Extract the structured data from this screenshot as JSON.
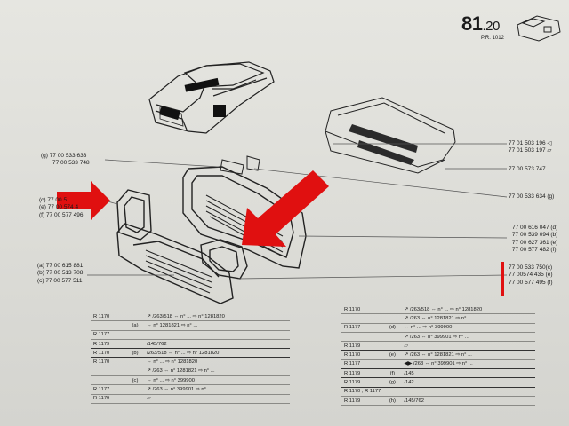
{
  "header": {
    "page_main": "81",
    "page_decimal": ".20",
    "ref": "P.R. 1012"
  },
  "left_labels": [
    {
      "lines": [
        "(g) 77 00 533 633",
        "77 00 533 748"
      ]
    },
    {
      "lines": [
        "(c) 77 00 5",
        "(e) 77 00 574 4",
        "(f) 77 00 577 496"
      ]
    },
    {
      "lines": [
        "(a) 77 00 615 881",
        "(b) 77 00 513 708",
        "(c) 77 00 577 511"
      ]
    }
  ],
  "right_labels": [
    {
      "lines": [
        "77 01 503 196 ◁",
        "77 01 503 197 ▱"
      ]
    },
    {
      "lines": [
        "77 00 573 747"
      ]
    },
    {
      "lines": [
        "77 00 533 634 (g)"
      ]
    },
    {
      "lines": [
        "77 00 616 047 (d)",
        "77 00 539 094 (b)",
        "77 00 627 361 (e)",
        "77 00 577 482 (f)"
      ]
    },
    {
      "lines": [
        "77 00 533 750(c)",
        "77 00574 435 (e)",
        "77 00 577 495 (f)"
      ]
    }
  ],
  "table_left": [
    {
      "model": "R 1170",
      "key": "",
      "text": "↗ /263/518 ⇔ n° ... ⇨ n° 1281820"
    },
    {
      "model": "",
      "key": "(a)",
      "text": "⇔ n° 1281821 ⇨ n° ..."
    },
    {
      "model": "R 1177",
      "key": "",
      "text": ""
    },
    {
      "model": "R 1179",
      "key": "",
      "text": "/145/762"
    },
    {
      "model": "R 1170",
      "key": "(b)",
      "text": "/263/518 ⇔ n° ... ⇨ n° 1281820"
    },
    {
      "model": "R 1170",
      "key": "",
      "text": "⇔ n° ... ⇨ n° 1281820"
    },
    {
      "model": "",
      "key": "",
      "text": "↗ /263 ⇔ n° 1281821 ⇨ n° ..."
    },
    {
      "model": "",
      "key": "(c)",
      "text": "⇔ n° ... ⇨ n° 399900"
    },
    {
      "model": "R 1177",
      "key": "",
      "text": "↗ /263 ⇔ n° 399901 ⇨ n° ..."
    },
    {
      "model": "R 1179",
      "key": "",
      "text": "▱"
    }
  ],
  "table_right": [
    {
      "model": "R 1170",
      "key": "",
      "text": "↗ /263/518 ⇔ n° ... ⇨ n° 1281820"
    },
    {
      "model": "",
      "key": "",
      "text": "↗ /263 ⇔ n° 1281821 ⇨ n° ..."
    },
    {
      "model": "R 1177",
      "key": "(d)",
      "text": "⇔ n° ... ⇨ n° 399900"
    },
    {
      "model": "",
      "key": "",
      "text": "↗ /263 ⇔ n° 399901 ⇨ n° ..."
    },
    {
      "model": "R 1179",
      "key": "",
      "text": "▱"
    },
    {
      "model": "R 1170",
      "key": "(e)",
      "text": "↗ /263 ⇔ n° 1281821 ⇨ n° ..."
    },
    {
      "model": "R 1177",
      "key": "",
      "text": "◀▶ /263 ⇔ n° 399901 ⇨ n° ..."
    },
    {
      "model": "R 1179",
      "key": "(f)",
      "text": "/145"
    },
    {
      "model": "R 1179",
      "key": "(g)",
      "text": "/142"
    },
    {
      "model": "R 1170 , R 1177",
      "key": "",
      "text": ""
    },
    {
      "model": "R 1179",
      "key": "(h)",
      "text": "/145/762"
    }
  ]
}
